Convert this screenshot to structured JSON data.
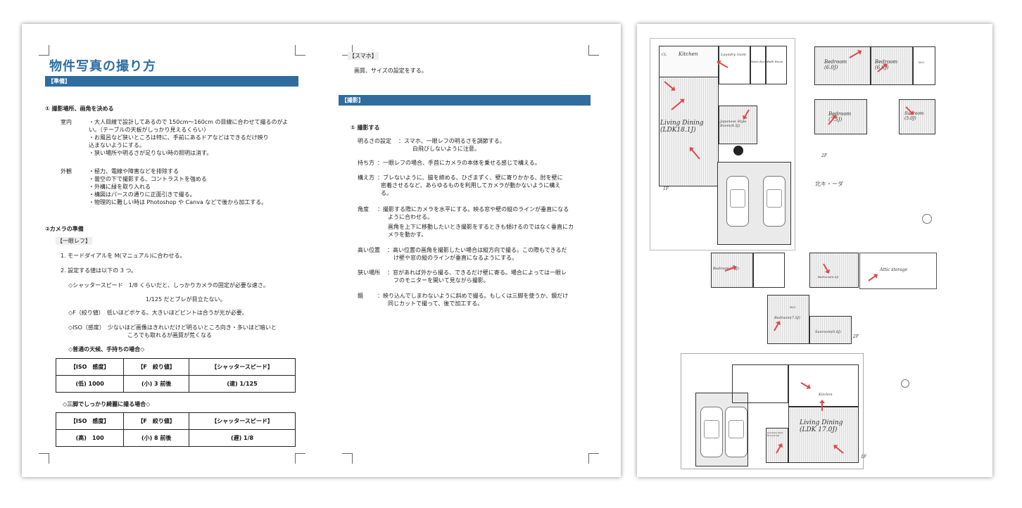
{
  "doc": {
    "title": "物件写真の撮り方",
    "band_prep": "【準備】",
    "sec1": "① 撮影場所、画角を決める",
    "indoor_label": "室内",
    "indoor_lines": [
      "・大人目線で設計してあるので 150cm～160cm の目線に合わせて撮るのがよ",
      "い。（テーブルの天板がしっかり見えるくらい）",
      "・お風呂など狭いところは特に、手前にあるドアなどはできるだけ映り",
      "込まないようにする。",
      "・狭い場所や明るさが足りない時の照明は消す。"
    ],
    "outdoor_label": "外観",
    "outdoor_lines": [
      "・極力、電線や障害などを排除する",
      "・曇空の下で撮影する、コントラストを強める",
      "・外構に緑を取り入れる",
      "・構図はパースの通りに正面引きで撮る。",
      "・物理的に難しい時は Photoshop や Canva などで後から加工する。"
    ],
    "sec2": "②カメラの準備",
    "dslr_tag": "【一眼レフ】",
    "item1": "1.  モードダイアルを M(マニュアル)に合わせる。",
    "item2": "2.  設定する値は以下の 3 つ。",
    "shutter_line1": "◇シャッタースピード　1/8 くらいだと、しっかりカメラの固定が必要な速さ。",
    "shutter_line2": "1/125 だとブレが目立たない。",
    "f_line": "◇F（絞り値）　低いほどボケる。大きいほどピントは合うが光が必要。",
    "iso_line1": "◇ISO（感度）　少ないほど画像はきれいだけど明るいところ向き・多いほど暗いと",
    "iso_line2": "ころでも取れるが画質が荒くなる",
    "normal_heading": "◇普通の天候、手持ちの場合◇",
    "table1": {
      "headers": [
        "【ISO　感度】",
        "【F　絞り値】",
        "【シャッタースピード】"
      ],
      "row": [
        "(低) 1000",
        "(小) 3 前後",
        "(速) 1/125"
      ]
    },
    "tripod_heading": "◇三脚でしっかり綺麗に撮る場合◇",
    "table2": {
      "headers": [
        "【ISO　感度】",
        "【F　絞り値】",
        "【シャッタースピード】"
      ],
      "row": [
        "(高)　100",
        "(小) 8 前後",
        "(遅) 1/8"
      ]
    },
    "phone_tag": "【スマホ】",
    "phone_line": "画質、サイズの設定をする。",
    "band_shoot": "【撮影】",
    "shoot_heading": "① 撮影する",
    "brightness_label": "明るさの設定",
    "brightness_lines": [
      "：スマホ、一眼レフの明るさを調節する。",
      "白飛びしないように注意。"
    ],
    "hold_label": "持ち方",
    "hold_line": "：一眼レフの場合、手首にカメラの本体を乗せる感じで構える。",
    "stance_label": "構え方",
    "stance_lines": [
      "：ブレないように、脇を締める、ひざまずく、壁に寄りかかる、肘を壁に",
      "密着させるなど、あらゆるものを利用してカメラが動かないように構え",
      "る。"
    ],
    "angle_label": "角度",
    "angle_lines": [
      "：撮影する際にカメラを水平にする。映る窓や壁の縦のラインが垂直になる",
      "ように合わせる。",
      "画角を上下に移動したいとき撮影をするときも傾けるのではなく垂直にカ",
      "メラを動かす。"
    ],
    "high_label": "高い位置",
    "high_lines": [
      "：高い位置の画角を撮影したい場合は縦方向で撮る。この際もできるだ",
      "け壁や窓の縦のラインが垂直になるようにする。"
    ],
    "narrow_label": "狭い場所",
    "narrow_lines": [
      "：窓があれば外から撮る、できるだけ壁に寄る。場合によっては一眼レ",
      "フのモニターを開いて見ながら撮影。"
    ],
    "mirror_label": "鏡",
    "mirror_lines": [
      "：映り込んでしまわないように斜めで撮る。もしくは三脚を使うか、鏡だけ",
      "同じカットで撮って、後で加工する。"
    ]
  },
  "plans": {
    "plan1": {
      "rooms": [
        "Kitchen",
        "Laundry room",
        "Wash Room",
        "Bath Room",
        "Living Dining (LDK18.1J)",
        "Japanese Style Room(4.5J)",
        "CL"
      ],
      "floor": "1F",
      "note": "北キ・ーダ"
    },
    "plan2": {
      "rooms": [
        "Bedroom (6.0J)",
        "Bedroom (6.0J)",
        "Bedroom (7.5J)",
        "Sunroom (5.0J)",
        "W/C"
      ],
      "floor": "2F"
    },
    "plan3": {
      "rooms": [
        "Bedroom(6.5J)",
        "Bedroom(6.0J)",
        "Bedroom(7.5J)",
        "Sunroom(6.0J)",
        "Attic storage",
        "W/C"
      ],
      "floor": "2F"
    },
    "plan4": {
      "rooms": [
        "Living Dining (LDK 17.0J)",
        "Kitchen",
        "Japanese Style Room(3.0J)"
      ],
      "floor": "1F"
    }
  }
}
